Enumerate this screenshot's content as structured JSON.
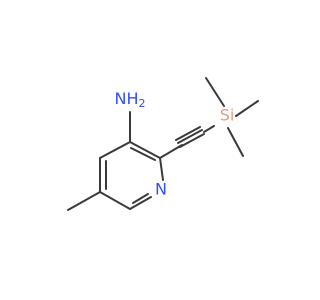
{
  "molecule": {
    "atoms": {
      "amine_label": "NH",
      "amine_subscript": "2",
      "ring_nitrogen": "N",
      "silicon": "Si"
    },
    "colors": {
      "bond": "#3a3a3a",
      "nitrogen": "#3050f8",
      "silicon": "#e0a080"
    }
  }
}
